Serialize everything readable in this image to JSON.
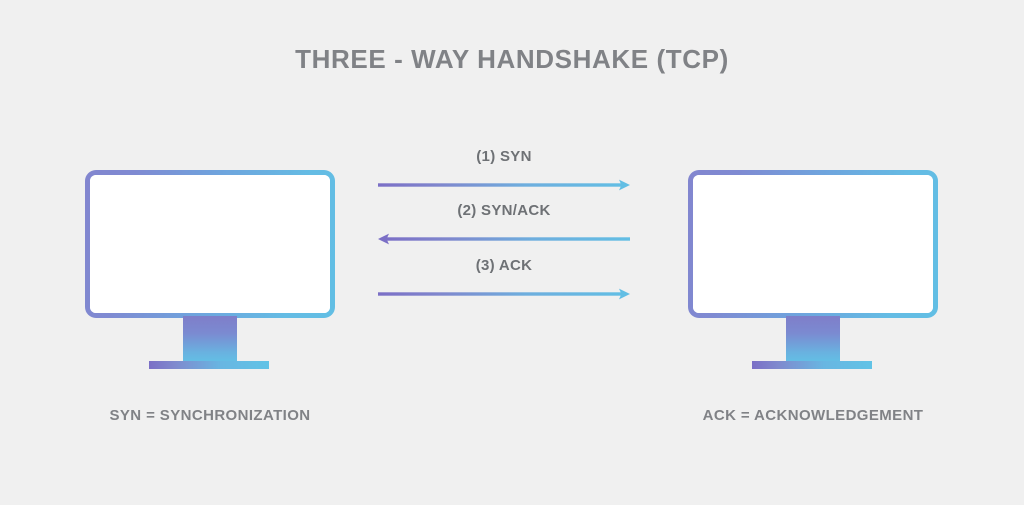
{
  "diagram": {
    "title": "THREE - WAY HANDSHAKE (TCP)",
    "background_color": "#f0f0f0",
    "title_color": "#808286",
    "gradient_start_color": "#7b6fc6",
    "gradient_end_color": "#62bee4",
    "label_color": "#6e7175"
  },
  "nodes": [
    {
      "id": "client",
      "device_icon": "monitor-icon",
      "caption": "SYN = SYNCHRONIZATION"
    },
    {
      "id": "server",
      "device_icon": "monitor-icon",
      "caption": "ACK = ACKNOWLEDGEMENT"
    }
  ],
  "messages": [
    {
      "step": 1,
      "label": "(1) SYN",
      "direction": "right",
      "from": "client",
      "to": "server"
    },
    {
      "step": 2,
      "label": "(2) SYN/ACK",
      "direction": "left",
      "from": "server",
      "to": "client"
    },
    {
      "step": 3,
      "label": "(3) ACK",
      "direction": "right",
      "from": "client",
      "to": "server"
    }
  ]
}
